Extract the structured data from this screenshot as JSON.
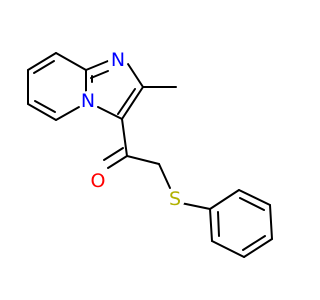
{
  "molecule": {
    "atoms": [
      {
        "id": "N_imine",
        "symbol": "N",
        "color": "#0000ff"
      },
      {
        "id": "N_bridge",
        "symbol": "N",
        "color": "#0000ff"
      },
      {
        "id": "O_ketone",
        "symbol": "O",
        "color": "#ff0000"
      },
      {
        "id": "S_thioether",
        "symbol": "S",
        "color": "#b2b200"
      }
    ],
    "colors": {
      "bond": "#000000",
      "background": "#ffffff"
    }
  }
}
